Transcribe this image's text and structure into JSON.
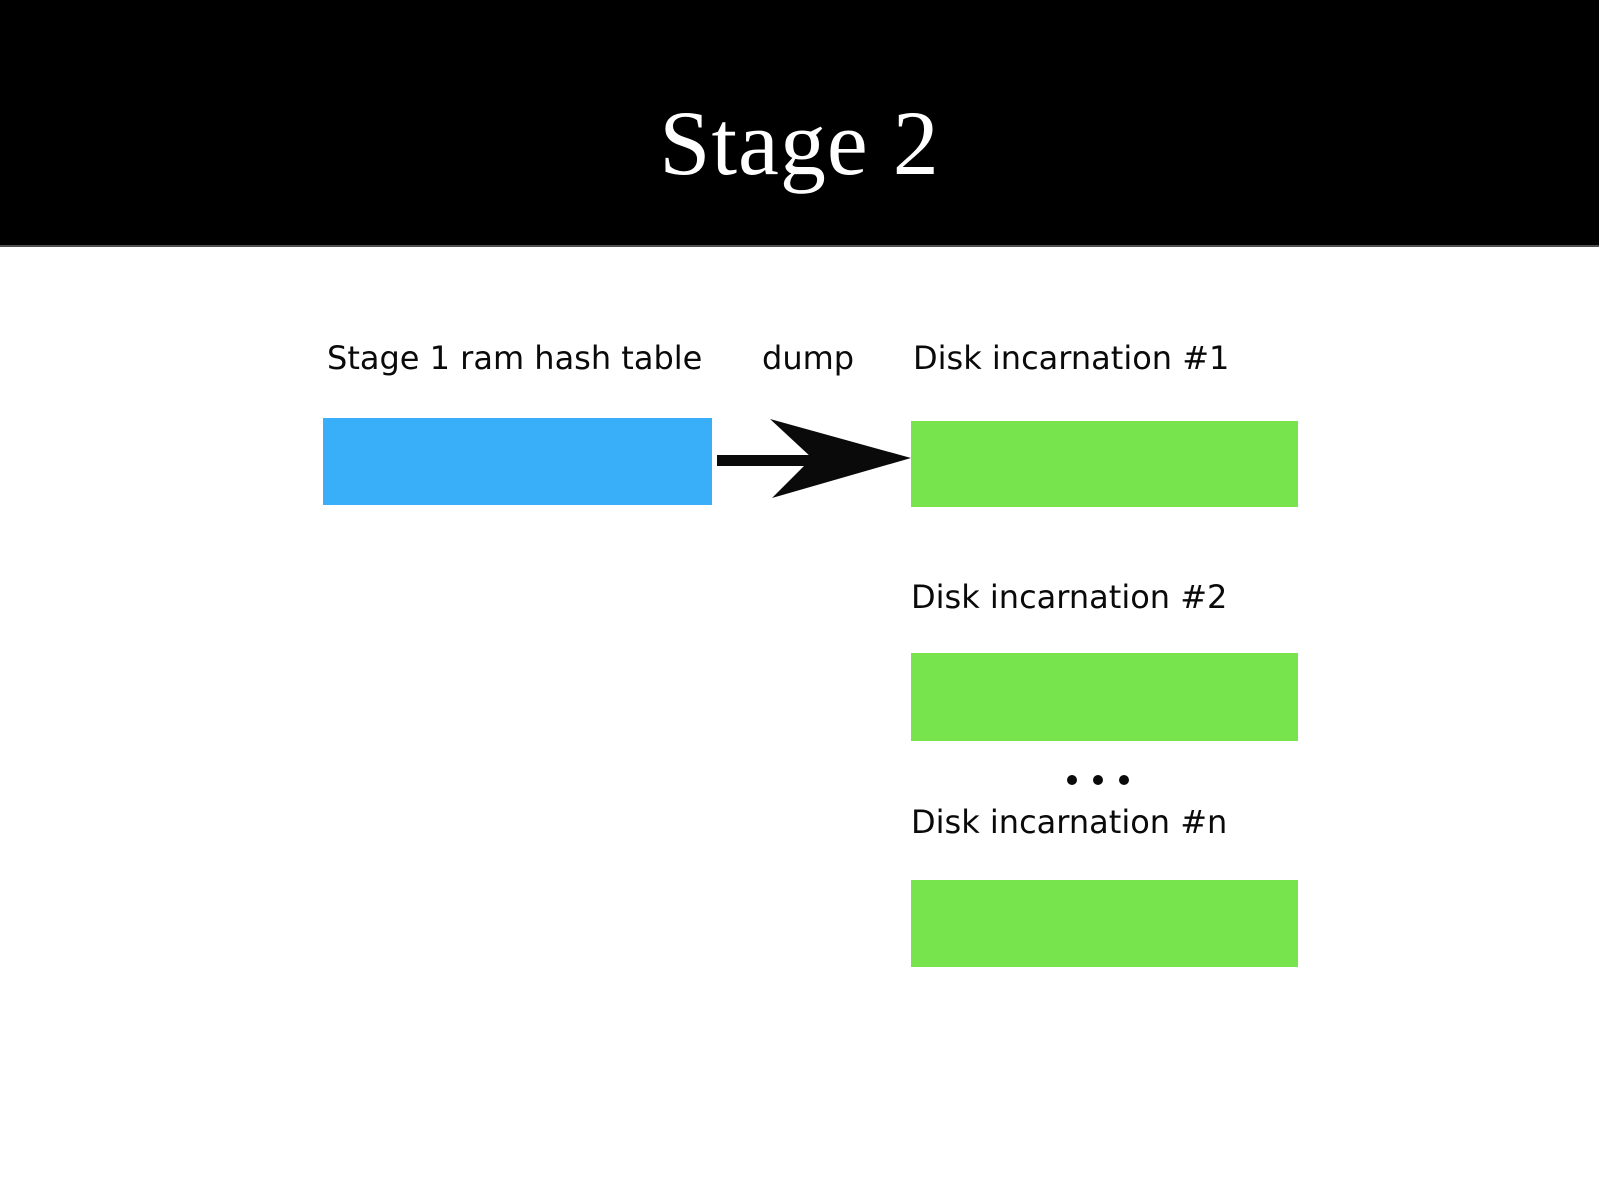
{
  "title": "Stage 2",
  "labels": {
    "ram": "Stage 1 ram hash table",
    "dump": "dump"
  },
  "disk_incarnations": [
    {
      "label": "Disk incarnation #1"
    },
    {
      "label": "Disk incarnation #2"
    },
    {
      "label": "Disk incarnation #n"
    }
  ],
  "ellipsis": {
    "dot_count": 3
  },
  "colors": {
    "header_bg": "#000000",
    "title_text": "#ffffff",
    "body_bg": "#ffffff",
    "ram_box": "#38aff8",
    "disk_box": "#77e44d",
    "arrow": "#0a0a0a",
    "label_text": "#0a0a0a"
  }
}
